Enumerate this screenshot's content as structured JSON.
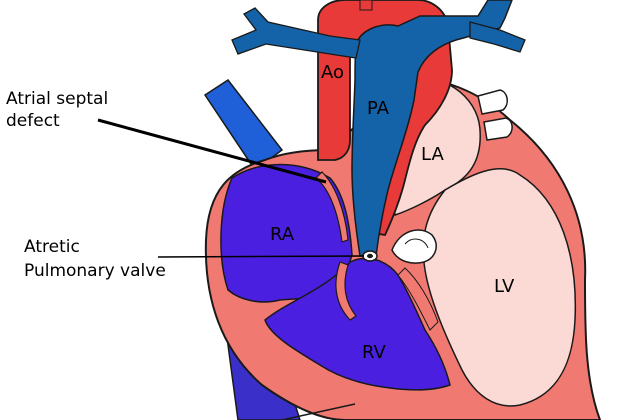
{
  "labels": {
    "asd_line1": "Atrial septal",
    "asd_line2": "defect",
    "atretic_line1": "Atretic",
    "atretic_line2": "Pulmonary valve",
    "ao": "Ao",
    "pa": "PA",
    "la": "LA",
    "ra": "RA",
    "lv": "LV",
    "rv": "RV"
  },
  "colors": {
    "heart_wall": "#f07a72",
    "heart_outline": "#1a1a1a",
    "aorta": "#e83a38",
    "pulmonary_artery": "#1462a8",
    "vena_cava": "#1f5fd8",
    "right_chambers": "#4a1fe0",
    "left_chambers": "#fbd9d4",
    "valve_leaflet": "#ffffff"
  },
  "icons": {
    "pulmonary_valve": "atretic-valve-icon"
  }
}
